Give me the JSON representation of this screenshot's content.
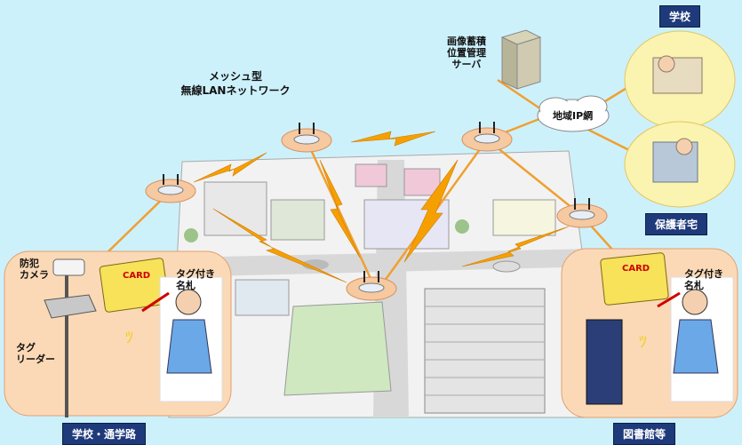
{
  "network_label": "メッシュ型\n無線LANネットワーク",
  "server_label": "画像蓄積\n位置管理\nサーバ",
  "ip_network_label": "地域IP網",
  "school_box": "学校",
  "home_box": "保護者宅",
  "left_area": {
    "camera_label": "防犯\nカメラ",
    "reader_label": "タグ\nリーダー",
    "tag_label": "タグ付き\n名札",
    "card_text": "CARD",
    "caption": "学校・通学路"
  },
  "right_area": {
    "tag_label": "タグ付き\n名札",
    "card_text": "CARD",
    "caption": "図書館等"
  },
  "colors": {
    "background": "#cdf1fb",
    "link_orange": "#f0a030",
    "lightning": "#f5a000",
    "panel_fill": "#fbd9b6",
    "circle_fill": "#fbf3b0",
    "caption_bg": "#1f3a7a"
  }
}
